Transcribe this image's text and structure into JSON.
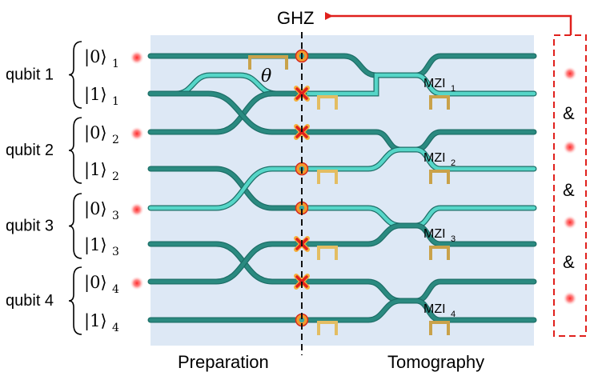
{
  "title": "GHZ",
  "theta": "θ",
  "qubits": [
    {
      "label": "qubit 1",
      "ket0": "|0⟩",
      "ket1": "|1⟩",
      "sub": "1",
      "mzi": "MZI",
      "mzi_sub": "1"
    },
    {
      "label": "qubit 2",
      "ket0": "|0⟩",
      "ket1": "|1⟩",
      "sub": "2",
      "mzi": "MZI",
      "mzi_sub": "2"
    },
    {
      "label": "qubit 3",
      "ket0": "|0⟩",
      "ket1": "|1⟩",
      "sub": "3",
      "mzi": "MZI",
      "mzi_sub": "3"
    },
    {
      "label": "qubit 4",
      "ket0": "|0⟩",
      "ket1": "|1⟩",
      "sub": "4",
      "mzi": "MZI",
      "mzi_sub": "4"
    }
  ],
  "bottom": {
    "preparation": "Preparation",
    "tomography": "Tomography"
  },
  "and_signs": [
    "&",
    "&",
    "&"
  ],
  "colors": {
    "panel": "#dde8f5",
    "waveguide": "#2a8a80",
    "waveguide_light": "#56d6c8",
    "heater": "#c9a24a",
    "arrow": "#e0201c",
    "photon": "#ff2a2a",
    "marker_fill": "#f39a2b",
    "cross": "#e0201c"
  }
}
